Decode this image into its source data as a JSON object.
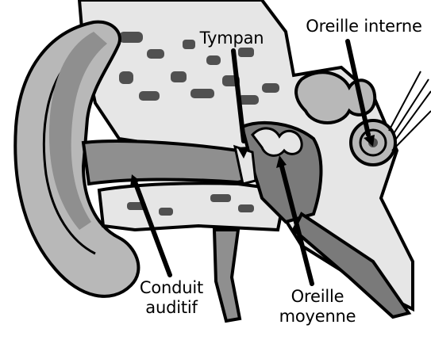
{
  "labels": {
    "tympan": [
      "Tympan"
    ],
    "oreille_interne": [
      "Oreille interne"
    ],
    "conduit_auditif": [
      "Conduit",
      "auditif"
    ],
    "oreille_moyenne": [
      "Oreille",
      "moyenne"
    ]
  },
  "colors": {
    "outline": "#000000",
    "bone": "#e6e6e6",
    "ear_skin": "#b8b8b8",
    "canal": "#8f8f8f",
    "cavity": "#7a7a7a",
    "texture": "#505050",
    "background": "#ffffff"
  }
}
